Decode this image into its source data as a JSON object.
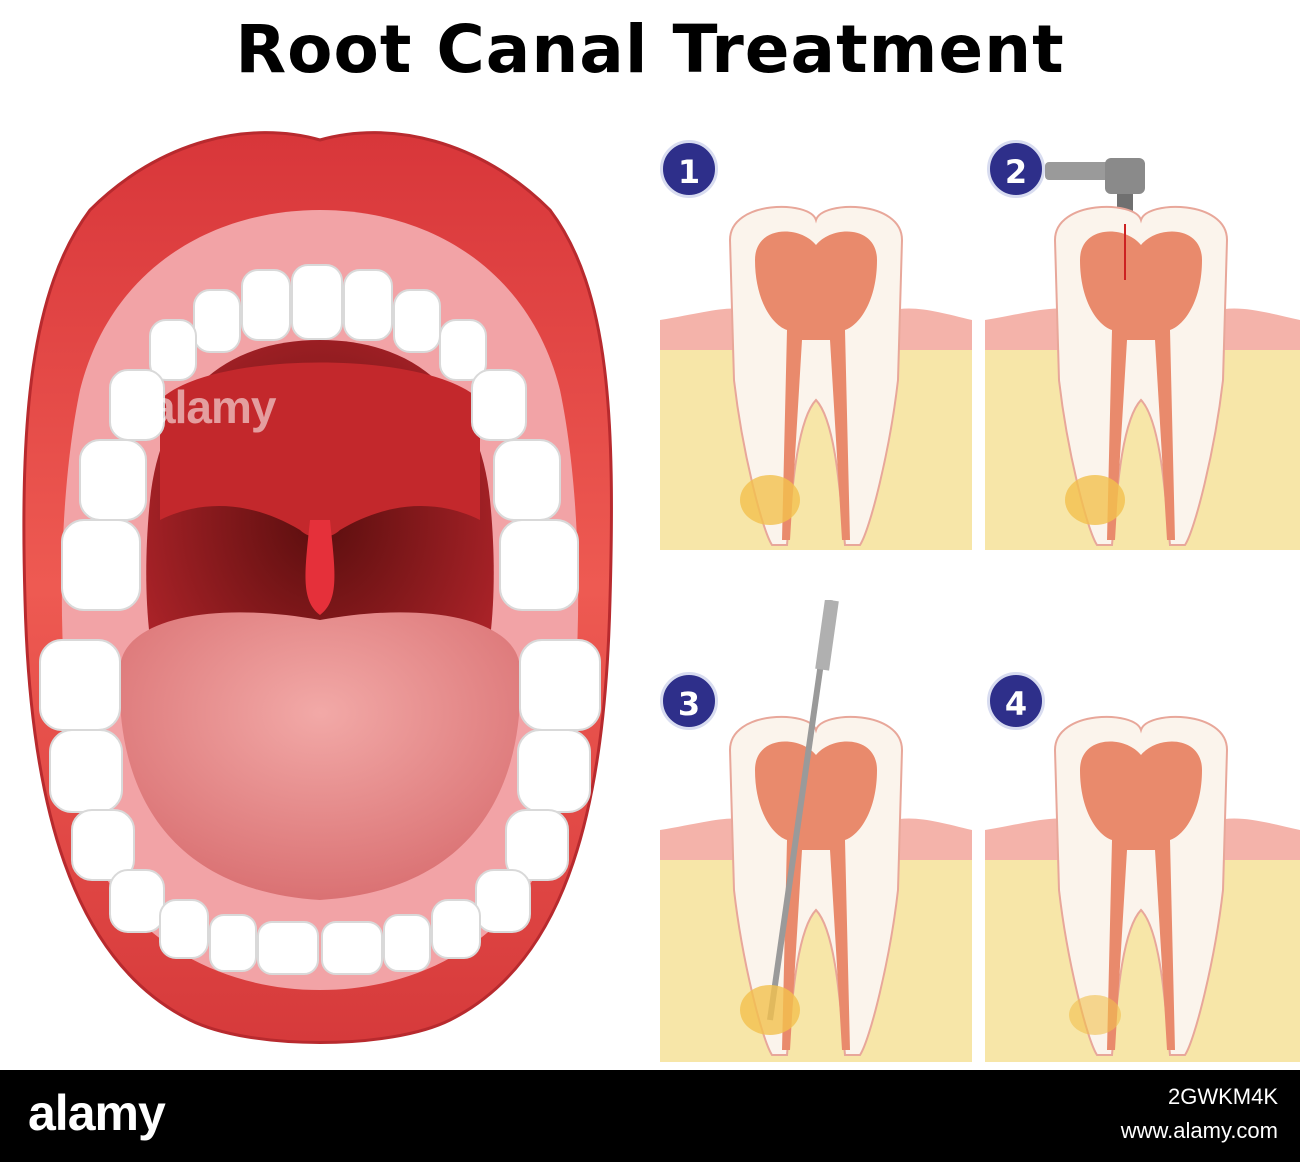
{
  "title": "Root Canal Treatment",
  "steps": [
    {
      "number": "1"
    },
    {
      "number": "2"
    },
    {
      "number": "3"
    },
    {
      "number": "4"
    }
  ],
  "watermark": "alamy",
  "footer": {
    "logo": "alamy",
    "image_id": "2GWKM4K",
    "url": "www.alamy.com"
  },
  "colors": {
    "lip": "#e2463f",
    "tongue": "#e48a8a",
    "badge": "#2e2f8a",
    "pulp": "#e98a6c",
    "bone": "#f7e6a8",
    "gum": "#f4b3aa"
  }
}
